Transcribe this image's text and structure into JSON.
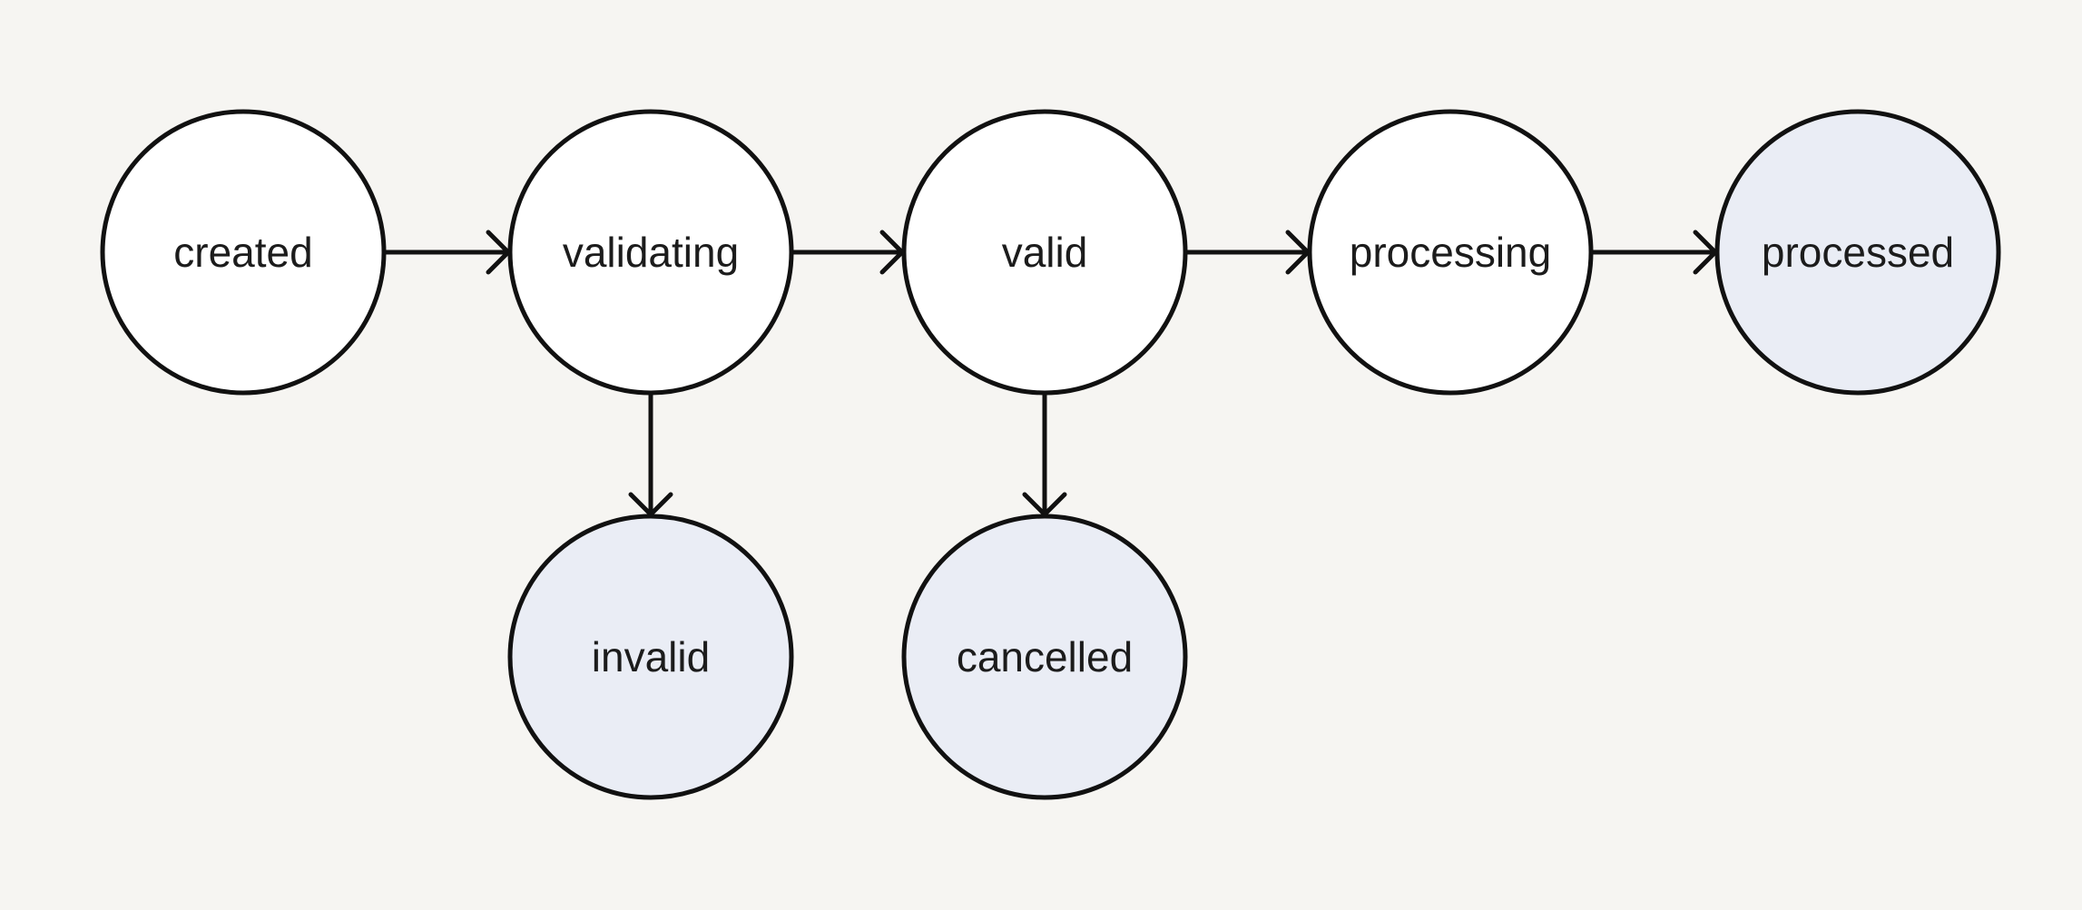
{
  "colors": {
    "background": "#f6f5f2",
    "stroke": "#111111",
    "node_fill": "#ffffff",
    "terminal_fill": "#eaedf5",
    "text": "#1c1c1c"
  },
  "states": [
    {
      "id": "created",
      "label": "created",
      "terminal": false
    },
    {
      "id": "validating",
      "label": "validating",
      "terminal": false
    },
    {
      "id": "valid",
      "label": "valid",
      "terminal": false
    },
    {
      "id": "processing",
      "label": "processing",
      "terminal": false
    },
    {
      "id": "processed",
      "label": "processed",
      "terminal": true
    },
    {
      "id": "invalid",
      "label": "invalid",
      "terminal": true
    },
    {
      "id": "cancelled",
      "label": "cancelled",
      "terminal": true
    }
  ],
  "transitions": [
    {
      "from": "created",
      "to": "validating"
    },
    {
      "from": "validating",
      "to": "valid"
    },
    {
      "from": "valid",
      "to": "processing"
    },
    {
      "from": "processing",
      "to": "processed"
    },
    {
      "from": "validating",
      "to": "invalid"
    },
    {
      "from": "valid",
      "to": "cancelled"
    }
  ]
}
